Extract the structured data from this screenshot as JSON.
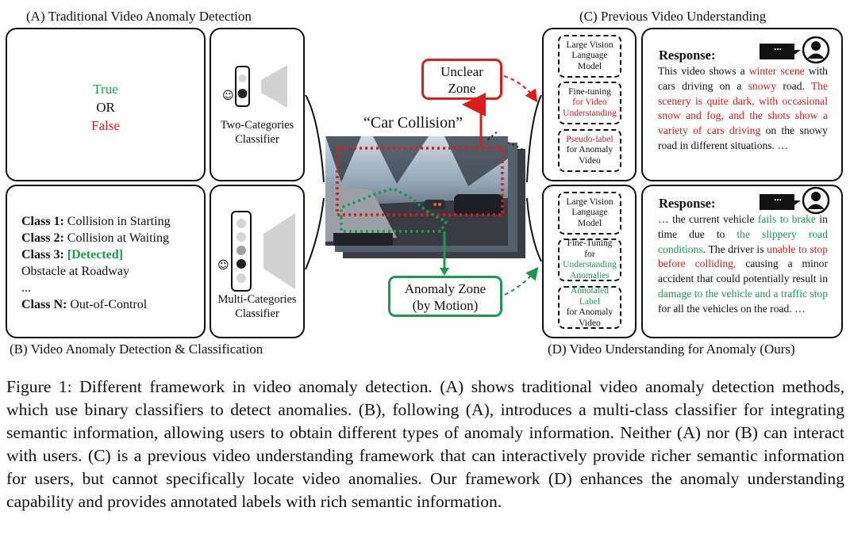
{
  "titles": {
    "a": "(A) Traditional Video Anomaly Detection",
    "b": "(B) Video Anomaly Detection & Classification",
    "c": "(C) Previous Video Understanding",
    "d": "(D) Video Understanding for Anomaly (Ours)"
  },
  "panel_a": {
    "true_label": "True",
    "or_label": "OR",
    "false_label": "False",
    "classifier": [
      "Two-Categories",
      "Classifier"
    ]
  },
  "panel_b": {
    "classes": [
      {
        "name": "Class 1:",
        "desc": "Collision in Starting"
      },
      {
        "name": "Class 2:",
        "desc": "Collision at Waiting"
      },
      {
        "name": "Class 3:",
        "desc": "[Detected]"
      },
      {
        "name": "",
        "desc": "Obstacle at Roadway"
      },
      {
        "name": "",
        "desc": "..."
      },
      {
        "name": "Class N:",
        "desc": "Out-of-Control"
      }
    ],
    "classifier": [
      "Multi-Categories",
      "Classifier"
    ]
  },
  "center": {
    "quote": "“Car Collision”",
    "unclear_zone": [
      "Unclear",
      "Zone"
    ],
    "anomaly_zone": [
      "Anomaly Zone",
      "(by Motion)"
    ]
  },
  "panel_c": {
    "model": [
      "Large Vision",
      "Language",
      "Model"
    ],
    "finetune": [
      "Fine-tuning",
      "for Video",
      "Understanding"
    ],
    "label": [
      "Pseudo-label",
      "for Anomaly",
      "Video"
    ],
    "response_title": "Response:",
    "bubble": "...",
    "response": {
      "s1": "This video shows a ",
      "s2": "winter scene",
      "s3": " with cars driving on a ",
      "s4": "snowy",
      "s5": " road. ",
      "s6": "The scenery is quite dark, with occasional snow and fog, and the shots show a variety of cars driving",
      "s7": " on the snowy road in different situations. …"
    }
  },
  "panel_d": {
    "model": [
      "Large Vision",
      "Language",
      "Model"
    ],
    "finetune": [
      "Fine-Tuning for",
      "Understanding",
      "Anomalies"
    ],
    "label": [
      "Annotated Label",
      "for Anomaly",
      "Video"
    ],
    "response_title": "Response:",
    "bubble": "...",
    "response": {
      "s1": "… the current vehicle ",
      "s2": "fails to brake",
      "s3": " in time due to ",
      "s4": "the slippery road conditions",
      "s5": ". The driver is ",
      "s6": "unable to stop before colliding,",
      "s7": " causing a minor accident that could potentially result in ",
      "s8": "damage to the vehicle and a traffic stop",
      "s9": " for all the vehicles on the road. …"
    }
  },
  "caption": [
    "Figure 1: Different framework in video anomaly detection. (A) shows traditional video anomaly detection methods, which use binary classifiers to detect anomalies. (B), following (A), introduces a multi-class classifier for integrating semantic information, allowing users to obtain different types of anomaly information. Neither (A) nor (B) can interact with users. (C) is a previous video understanding framework that can interactively provide richer semantic information for users, but cannot specifically locate video anomalies. Our framework (D) enhances the anomaly understanding capability and provides annotated labels with rich semantic information."
  ],
  "colors": {
    "red": "#e01b1b",
    "green": "#1a9a4e"
  }
}
